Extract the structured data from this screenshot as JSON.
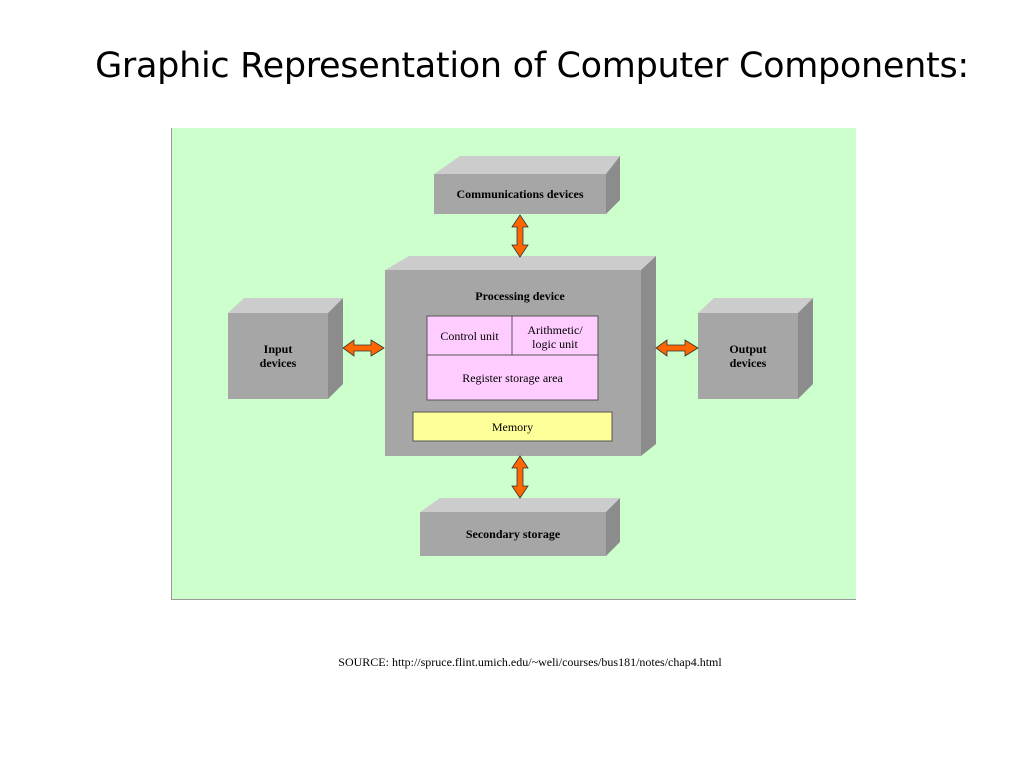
{
  "slide": {
    "title": "Graphic Representation of Computer Components:",
    "source": "SOURCE:  http://spruce.flint.umich.edu/~weli/courses/bus181/notes/chap4.html"
  },
  "diagram": {
    "communications": "Communications devices",
    "processing": "Processing device",
    "control_unit": "Control unit",
    "alu": "Arithmetic/ logic unit",
    "register": "Register storage area",
    "memory": "Memory",
    "input": "Input devices",
    "output": "Output devices",
    "secondary": "Secondary storage"
  },
  "colors": {
    "background": "#ccffcc",
    "box_front": "#a6a6a6",
    "box_top": "#cccccc",
    "box_side": "#8c8c8c",
    "cpu_inner": "#ffccff",
    "memory": "#ffff99",
    "arrow": "#ff6600"
  }
}
